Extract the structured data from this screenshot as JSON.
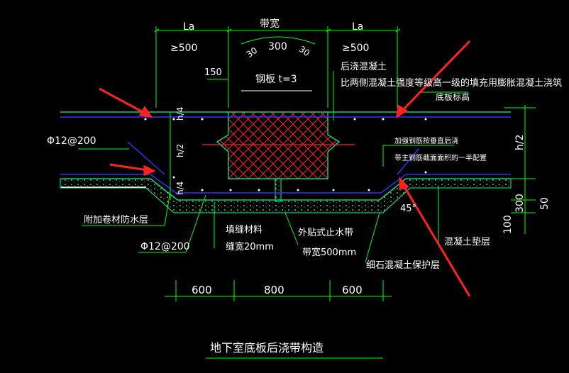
{
  "title": "地下室底板后浇带构造",
  "top_dims": {
    "la_left": "La",
    "la_left_min": "≥500",
    "band_width": "带宽",
    "band_value": "300",
    "la_right": "La",
    "la_right_min": "≥500",
    "side_left": "30",
    "side_right": "30",
    "offset": "150"
  },
  "labels": {
    "steel_plate": "钢板 t=3",
    "post_pour_1": "后浇混凝土",
    "post_pour_2": "比两侧混凝土强度等级高一级的填充用膨胀混凝土浇筑",
    "slab_top": "底板标高",
    "rebar_top_left": "Φ12@200",
    "rebar_bottom_left": "Φ12@200",
    "waterproof": "附加卷材防水层",
    "filler_1": "填缝材料",
    "filler_2": "缝宽20mm",
    "waterstop_1": "外贴式止水带",
    "waterstop_2": "带宽500mm",
    "reinforce_1": "加强钢筋按垂直后浇",
    "reinforce_2": "带主钢筋截面面积的一半配置",
    "angle": "45°",
    "fine_concrete": "细石混凝土保护层",
    "cushion": "混凝土垫层",
    "h4_top": "h/4",
    "h2_left": "h/2",
    "h4_bottom": "h/4",
    "h2_right": "h/2",
    "dim_100": "100",
    "dim_300": "300",
    "dim_50": "50"
  },
  "bottom_dims": {
    "left": "600",
    "middle": "800",
    "right": "600"
  },
  "colors": {
    "dimension": "#00ff00",
    "slab": "#00ff88",
    "rebar": "#3333ff",
    "hatch": "#ff2222",
    "annotation": "#ff2020",
    "text": "#ffffff"
  }
}
